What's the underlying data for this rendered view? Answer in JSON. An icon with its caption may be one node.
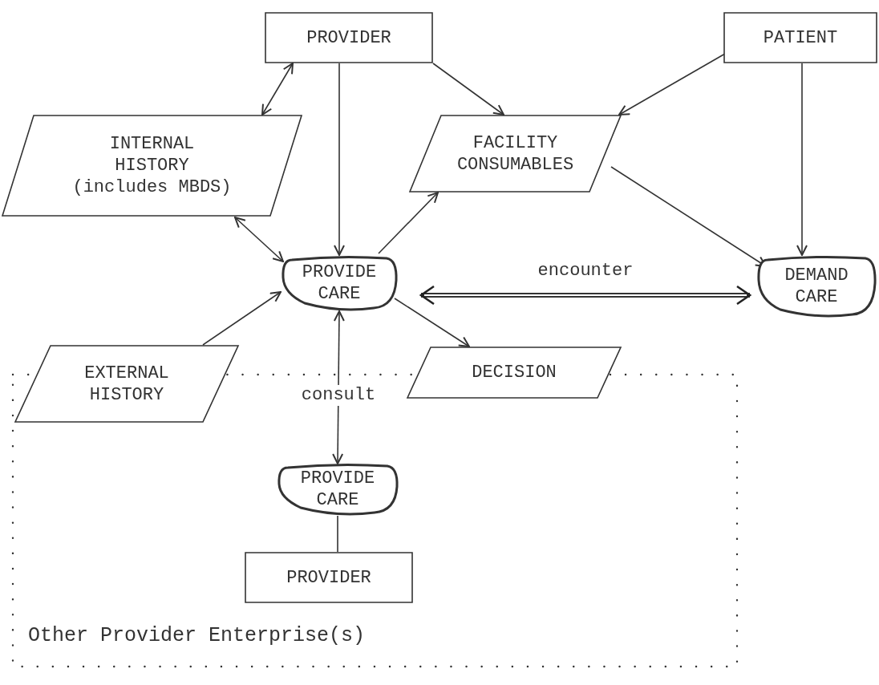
{
  "diagram": {
    "nodes": [
      {
        "text": [
          "PROVIDER"
        ]
      },
      {
        "text": [
          "PATIENT"
        ]
      },
      {
        "text": [
          "INTERNAL HISTORY (includes MBDS)"
        ]
      },
      {
        "text": [
          "FACILITY CONSUMABLES"
        ]
      },
      {
        "text": [
          "PROVIDE CARE"
        ]
      },
      {
        "text": [
          "DEMAND CARE"
        ]
      },
      {
        "text": [
          "EXTERNAL HISTORY"
        ]
      },
      {
        "text": [
          "DECISION"
        ]
      },
      {
        "text": [
          "Other Provider Enterprise(s)"
        ]
      },
      {
        "text": [
          "PROVIDE CARE"
        ],
        "in": 8
      },
      {
        "text": [
          "PROVIDER"
        ],
        "in": 8
      }
    ],
    "edges": [
      {
        "from": 0,
        "to": 2,
        "arrow": "both"
      },
      {
        "from": 0,
        "to": 4,
        "arrow": "to"
      },
      {
        "from": 0,
        "to": 3,
        "arrow": "to"
      },
      {
        "from": 1,
        "to": 3,
        "arrow": "to"
      },
      {
        "from": 1,
        "to": 5,
        "arrow": "to"
      },
      {
        "from": 3,
        "to": 5,
        "arrow": "to"
      },
      {
        "from": 4,
        "to": 2,
        "arrow": "both"
      },
      {
        "from": 4,
        "to": 3,
        "arrow": "to"
      },
      {
        "from": 6,
        "to": 4,
        "arrow": "to"
      },
      {
        "from": 4,
        "to": 7,
        "arrow": "to"
      },
      {
        "from": 4,
        "to": 5,
        "arrow": "both",
        "label": "encounter",
        "style": "thick"
      },
      {
        "from": 9,
        "to": 4,
        "arrow": "both",
        "label": "consult"
      },
      {
        "from": 9,
        "to": 10,
        "arrow": "none"
      }
    ]
  }
}
